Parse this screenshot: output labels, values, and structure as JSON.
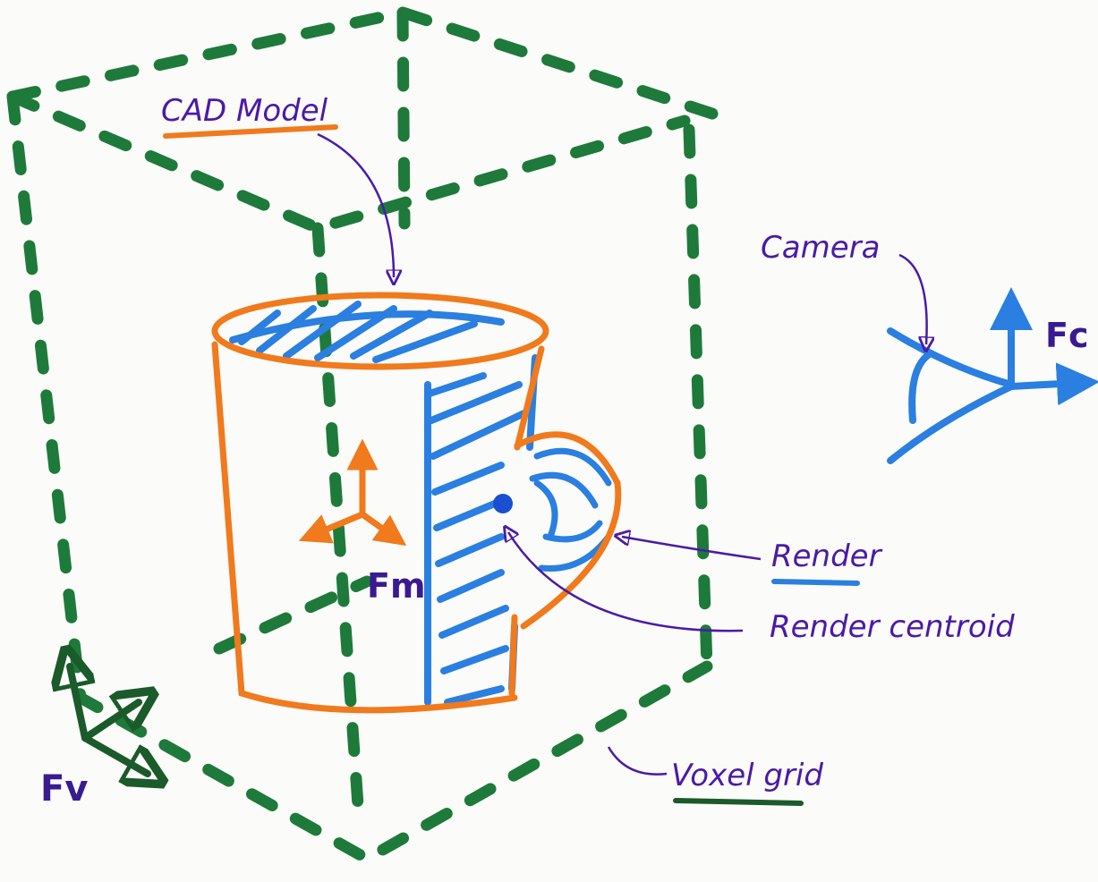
{
  "labels": {
    "cad_model": "CAD Model",
    "camera": "Camera",
    "render": "Render",
    "render_centroid": "Render centroid",
    "voxel_grid": "Voxel grid",
    "frame_camera": "Fc",
    "frame_model": "Fm",
    "frame_voxel": "Fv"
  },
  "colors": {
    "voxel_grid": "#1e7a3a",
    "model_outline": "#f07a1c",
    "render": "#2a7fe0",
    "annotation": "#4a1aa8",
    "voxel_frame": "#1b5a2a",
    "background": "#fbfbf9"
  }
}
